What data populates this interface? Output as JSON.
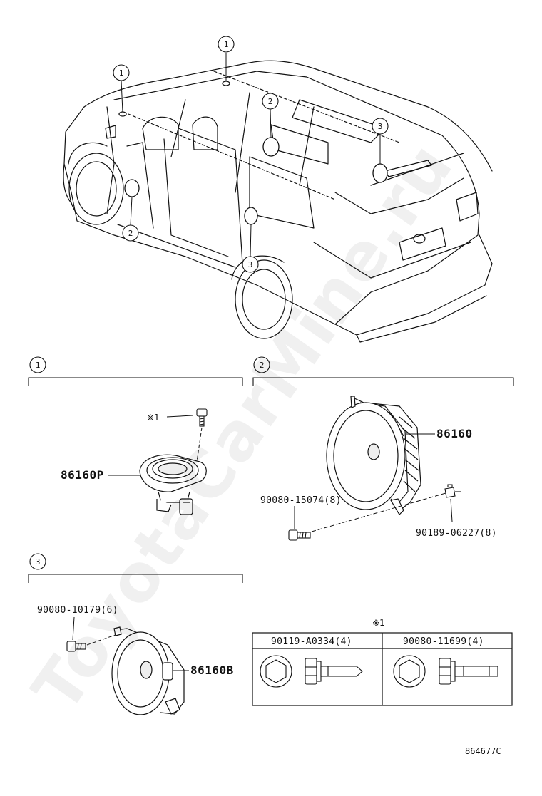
{
  "callouts": {
    "c1": "1",
    "c2": "2",
    "c3": "3"
  },
  "note_mark": "※1",
  "parts": {
    "tweeter": "86160P",
    "front_speaker": "86160",
    "rear_speaker": "86160B",
    "front_bolt": "90080-15074(8)",
    "front_nut": "90189-06227(8)",
    "rear_screw": "90080-10179(6)",
    "screw_a": "90119-A0334(4)",
    "screw_b": "90080-11699(4)"
  },
  "diagram_code": "864677C",
  "watermark": "ToyotaCarMine.ru"
}
